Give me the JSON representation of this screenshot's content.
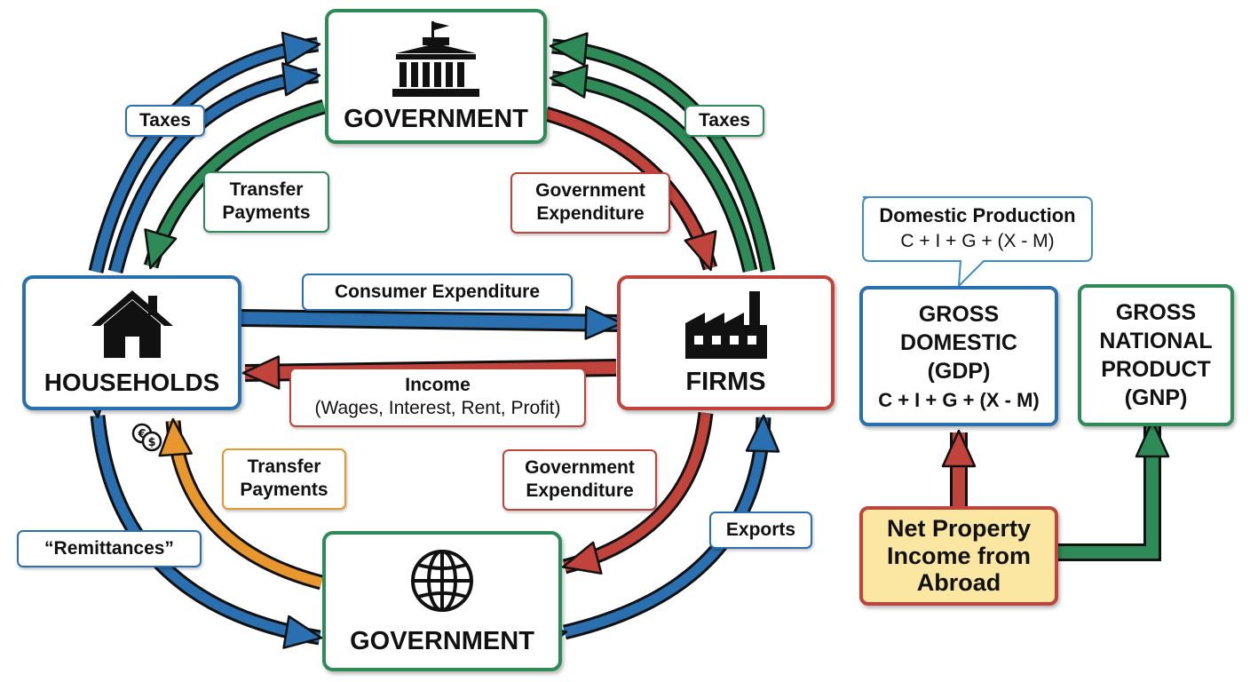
{
  "nodes": {
    "government_top": "GOVERNMENT",
    "households": "HOUSEHOLDS",
    "firms": "FIRMS",
    "government_bottom": "GOVERNMENT",
    "gdp": {
      "line1": "GROSS",
      "line2": "DOMESTIC",
      "line3": "(GDP)",
      "formula": "C + I + G + (X - M)"
    },
    "gnp": {
      "line1": "GROSS",
      "line2": "NATIONAL",
      "line3": "PRODUCT",
      "line4": "(GNP)"
    },
    "net_property": {
      "line1": "Net Property",
      "line2": "Income from",
      "line3": "Abroad"
    }
  },
  "labels": {
    "taxes_left": "Taxes",
    "taxes_right": "Taxes",
    "transfer_top": {
      "line1": "Transfer",
      "line2": "Payments"
    },
    "gov_exp_top": {
      "line1": "Government",
      "line2": "Expenditure"
    },
    "consumer_expenditure": "Consumer Expenditure",
    "income": {
      "line1": "Income",
      "line2": "(Wages, Interest, Rent, Profit)"
    },
    "transfer_bottom": {
      "line1": "Transfer",
      "line2": "Payments"
    },
    "gov_exp_bottom": {
      "line1": "Government",
      "line2": "Expenditure"
    },
    "remittances": "“Remittances”",
    "exports": "Exports"
  },
  "callout": {
    "title": "Domestic Production",
    "formula": "C + I + G + (X - M)"
  },
  "colors": {
    "blue": "#2a6fb0",
    "green": "#2e8b57",
    "red": "#c0433c",
    "orange": "#e8962e",
    "yellow_fill": "#fbe7a1"
  },
  "icons": [
    "capitol-building-icon",
    "house-icon",
    "factory-icon",
    "globe-icon",
    "currency-coins-icon"
  ]
}
